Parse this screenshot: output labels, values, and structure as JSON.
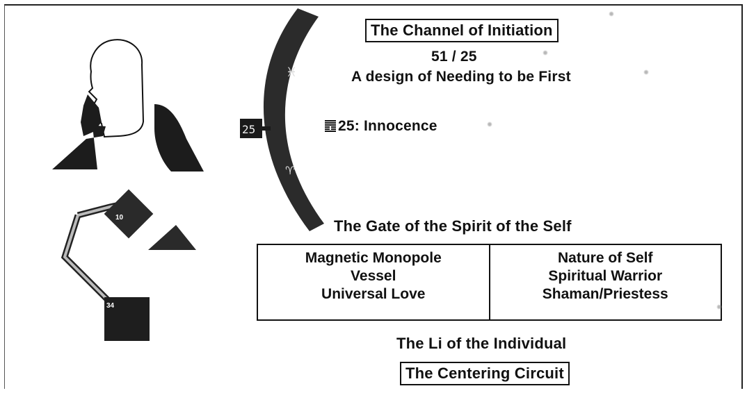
{
  "channel": {
    "title": "The Channel of Initiation",
    "number": "51 / 25",
    "design": "A design of Needing to be First"
  },
  "gate": {
    "badge": "25",
    "label": "25: Innocence",
    "spirit_title": "The Gate of the Spirit of the Self"
  },
  "attributes": {
    "left": [
      "Magnetic Monopole",
      "Vessel",
      "Universal Love"
    ],
    "right": [
      "Nature of Self",
      "Spiritual Warrior",
      "Shaman/Priestess"
    ]
  },
  "li": "The Li of the Individual",
  "circuit": "The Centering Circuit",
  "bodygraph": {
    "upper_gate": "10",
    "lower_gate": "34"
  },
  "zodiac": {
    "top_symbol": "♓",
    "bottom_symbol": "♈"
  },
  "colors": {
    "ink": "#111111",
    "dark_fill": "#1f1f1f",
    "arc_fill": "#2b2b2b",
    "paper": "#ffffff"
  }
}
